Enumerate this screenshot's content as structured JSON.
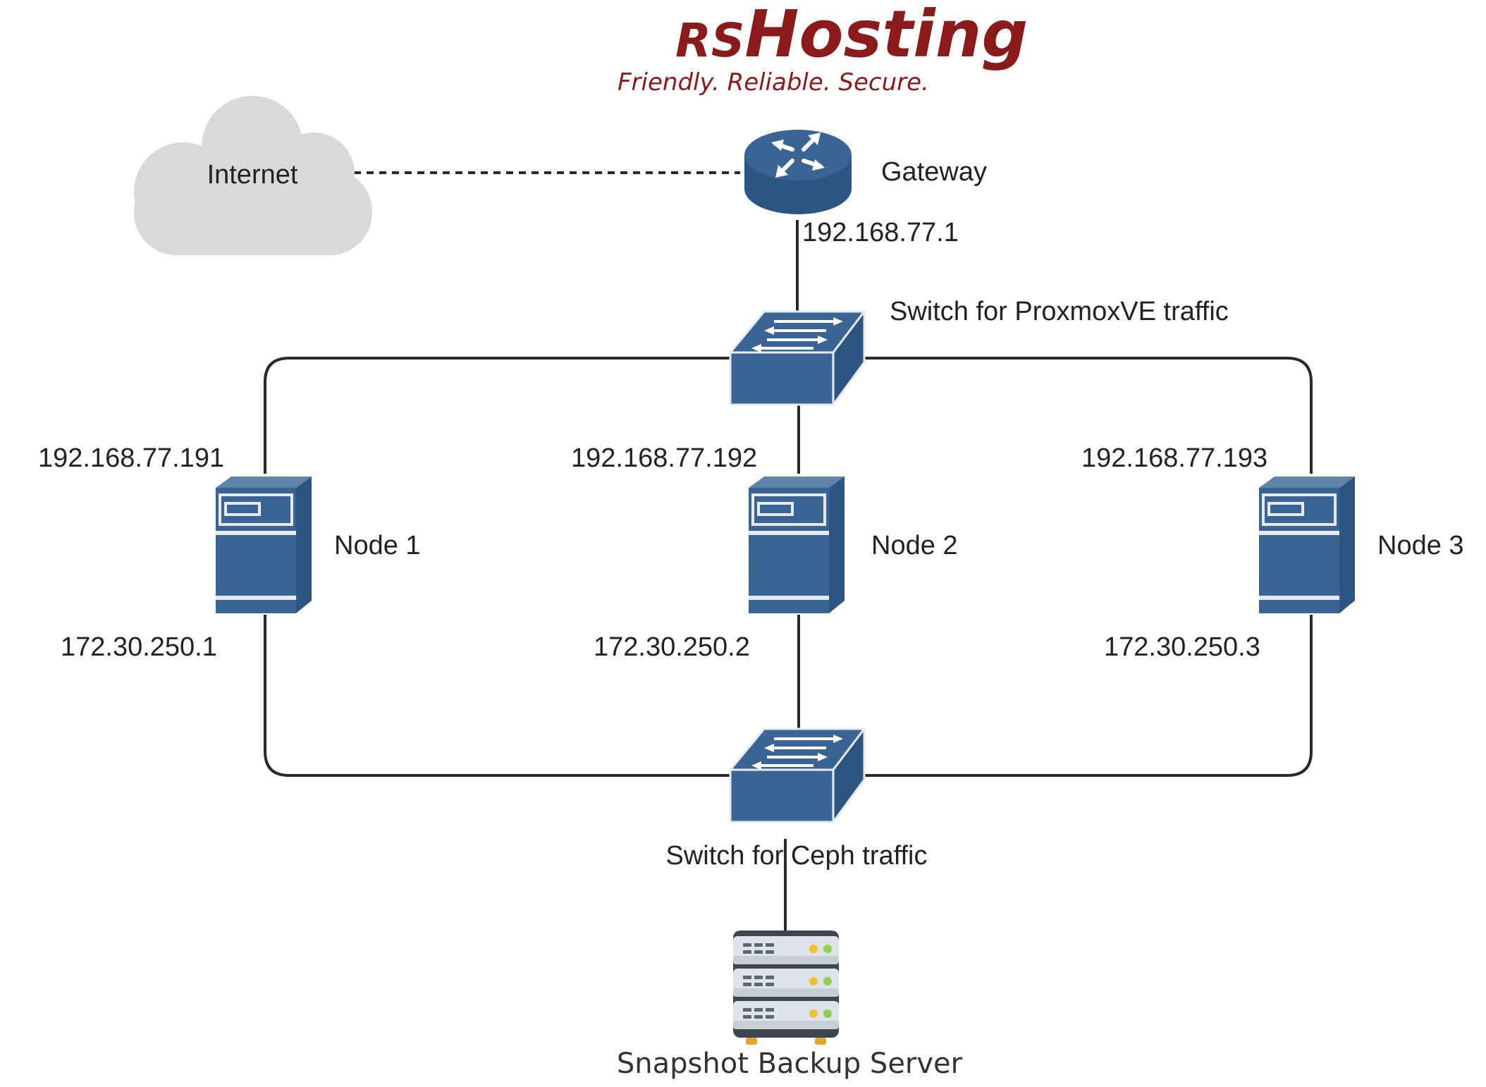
{
  "brand": {
    "name_prefix": "RS",
    "name_suffix": "Hosting",
    "tagline": "Friendly. Reliable. Secure.",
    "color": "#8b1a1a"
  },
  "nodes": {
    "internet": {
      "label": "Internet"
    },
    "gateway": {
      "label": "Gateway",
      "ip": "192.168.77.1"
    },
    "proxmox_switch": {
      "label": "Switch for ProxmoxVE traffic"
    },
    "ceph_switch": {
      "label": "Switch for Ceph traffic"
    },
    "node1": {
      "label": "Node 1",
      "ip_proxmox": "192.168.77.191",
      "ip_ceph": "172.30.250.1"
    },
    "node2": {
      "label": "Node 2",
      "ip_proxmox": "192.168.77.192",
      "ip_ceph": "172.30.250.2"
    },
    "node3": {
      "label": "Node 3",
      "ip_proxmox": "192.168.77.193",
      "ip_ceph": "172.30.250.3"
    },
    "backup": {
      "label": "Snapshot Backup Server"
    }
  },
  "colors": {
    "device_blue": "#3a6493",
    "device_light": "#e6ebf1",
    "cloud_grey": "#d9d9d9",
    "wire": "#2a2a2a"
  }
}
